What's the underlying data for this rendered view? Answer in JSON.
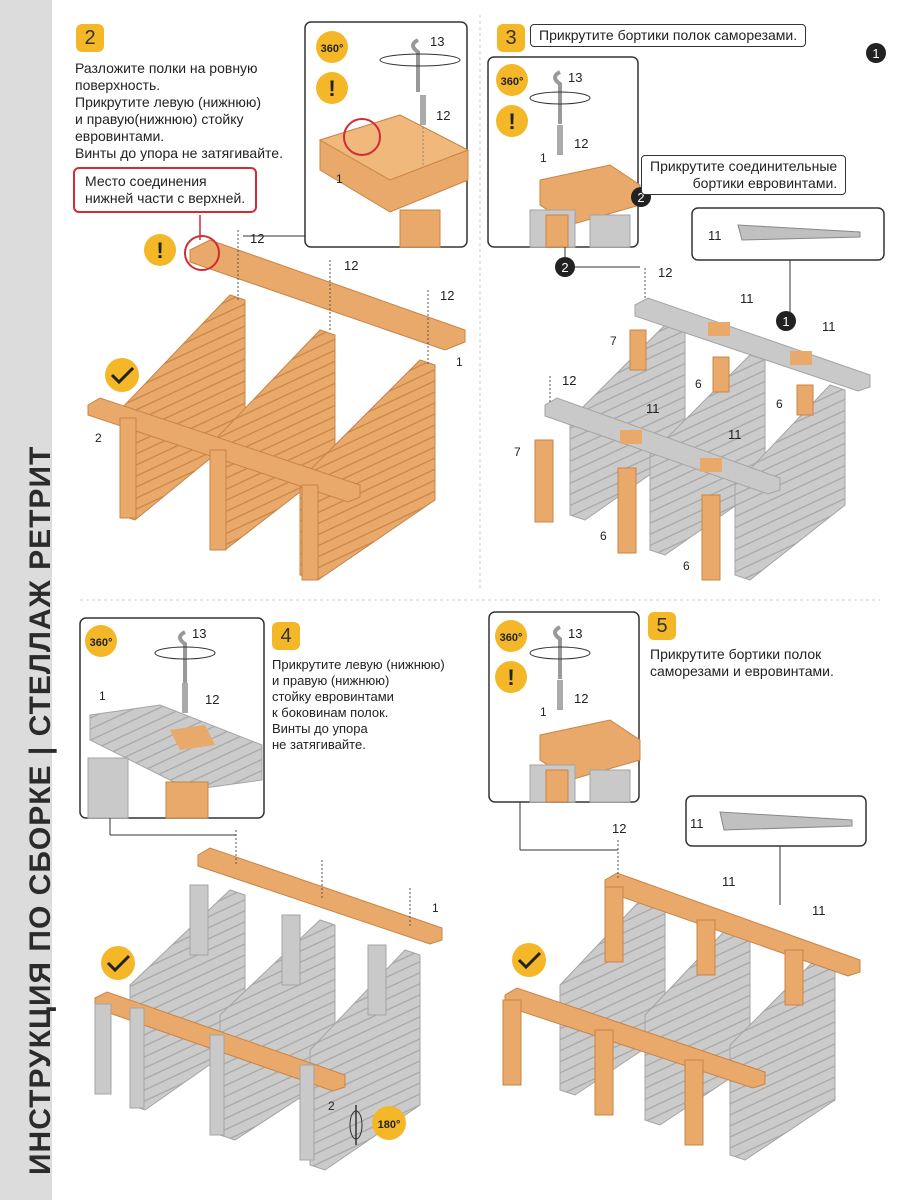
{
  "sidebar_title": "ИНСТРУКЦИЯ ПО СБОРКЕ | СТЕЛЛАЖ РЕТРИТ",
  "badge_360": "360°",
  "badge_180": "180°",
  "warning_mark": "!",
  "step2": {
    "number": "2",
    "text": "Разложите полки на ровную\nповерхность.\nПрикрутите левую (нижнюю)\nи правую(нижнюю) стойку\nевровинтами.\nВинты до упора не затягивайте.",
    "joint_callout": "Место соединения\nнижней части с верхней."
  },
  "step3": {
    "number": "3",
    "callout_1": "Прикрутите бортики полок саморезами.",
    "callout_2": "Прикрутите соединительные\nбортики евровинтами.",
    "marker_1": "1",
    "marker_2": "2"
  },
  "step4": {
    "number": "4",
    "text": "Прикрутите левую (нижнюю)\nи правую (нижнюю)\nстойку евровинтами\nк боковинам полок.\nВинты до упора\nне затягивайте."
  },
  "step5": {
    "number": "5",
    "text": "Прикрутите бортики полок\nсаморезами и евровинтами."
  },
  "part_labels": {
    "p1": "1",
    "p2": "2",
    "p6": "6",
    "p7": "7",
    "p11": "11",
    "p12": "12",
    "p13": "13"
  },
  "colors": {
    "wood": "#e8a96a",
    "wood_dark": "#c98446",
    "grey": "#c9c9c9",
    "grey_dark": "#a4a4a4",
    "yellow": "#f4b728",
    "red": "#d12c34"
  }
}
